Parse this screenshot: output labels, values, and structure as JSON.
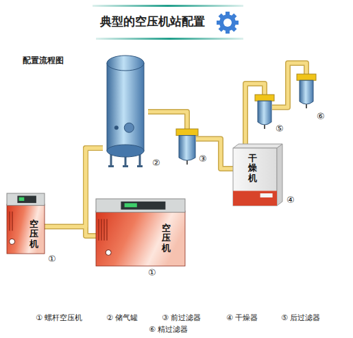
{
  "diagram": {
    "title": "典型的空压机站配置",
    "nodes": [
      {
        "text": [
          "空压机",
          "①"
        ]
      },
      {
        "text": [
          "空压机",
          "①"
        ]
      },
      {
        "text": [
          "②"
        ]
      },
      {
        "text": [
          "③"
        ]
      },
      {
        "text": [
          "干燥机",
          "④"
        ]
      },
      {
        "text": [
          "⑤"
        ]
      },
      {
        "text": [
          "⑥"
        ]
      }
    ],
    "edges": [
      {
        "from": 0,
        "to": 2,
        "arrow": "none"
      },
      {
        "from": 1,
        "to": 2,
        "arrow": "none"
      },
      {
        "from": 2,
        "to": 3,
        "arrow": "none"
      },
      {
        "from": 3,
        "to": 4,
        "arrow": "none"
      },
      {
        "from": 4,
        "to": 5,
        "arrow": "none"
      },
      {
        "from": 5,
        "to": 6,
        "arrow": "none"
      }
    ],
    "labels": [
      "配置流程图",
      "① 螺杆空压机",
      "② 储气罐",
      "③ 前过滤器",
      "④ 干燥器",
      "⑤ 后过滤器",
      "⑥ 精过滤器"
    ]
  }
}
